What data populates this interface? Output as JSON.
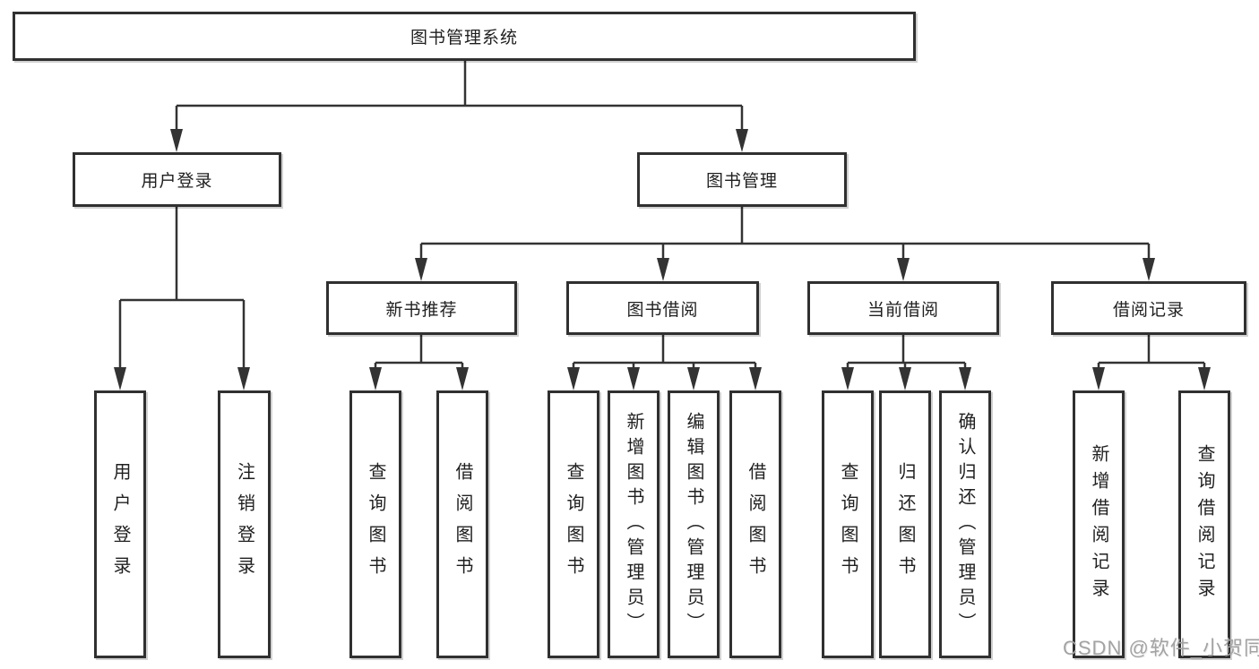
{
  "colors": {
    "line": "#333333",
    "box_border": "#303030",
    "text": "#1f1f1f",
    "watermark": "#a3a3a3",
    "background": "#ffffff"
  },
  "tree": {
    "root": "图书管理系统",
    "level2": {
      "user_login": {
        "label": "用户登录",
        "children": [
          "用户登录",
          "注销登录"
        ]
      },
      "book_management": {
        "label": "图书管理",
        "sections": {
          "new_books": {
            "label": "新书推荐",
            "children": [
              "查询图书",
              "借阅图书"
            ]
          },
          "book_borrowing": {
            "label": "图书借阅",
            "children": [
              "查询图书",
              "新增图书（管理员）",
              "编辑图书（管理员）",
              "借阅图书"
            ]
          },
          "current_borrowing": {
            "label": "当前借阅",
            "children": [
              "查询图书",
              "归还图书",
              "确认归还（管理员）"
            ]
          },
          "borrow_records": {
            "label": "借阅记录",
            "children": [
              "新增借阅记录",
              "查询借阅记录"
            ]
          }
        }
      }
    }
  },
  "watermark": {
    "text": "CSDN @软件_小贺同学"
  }
}
